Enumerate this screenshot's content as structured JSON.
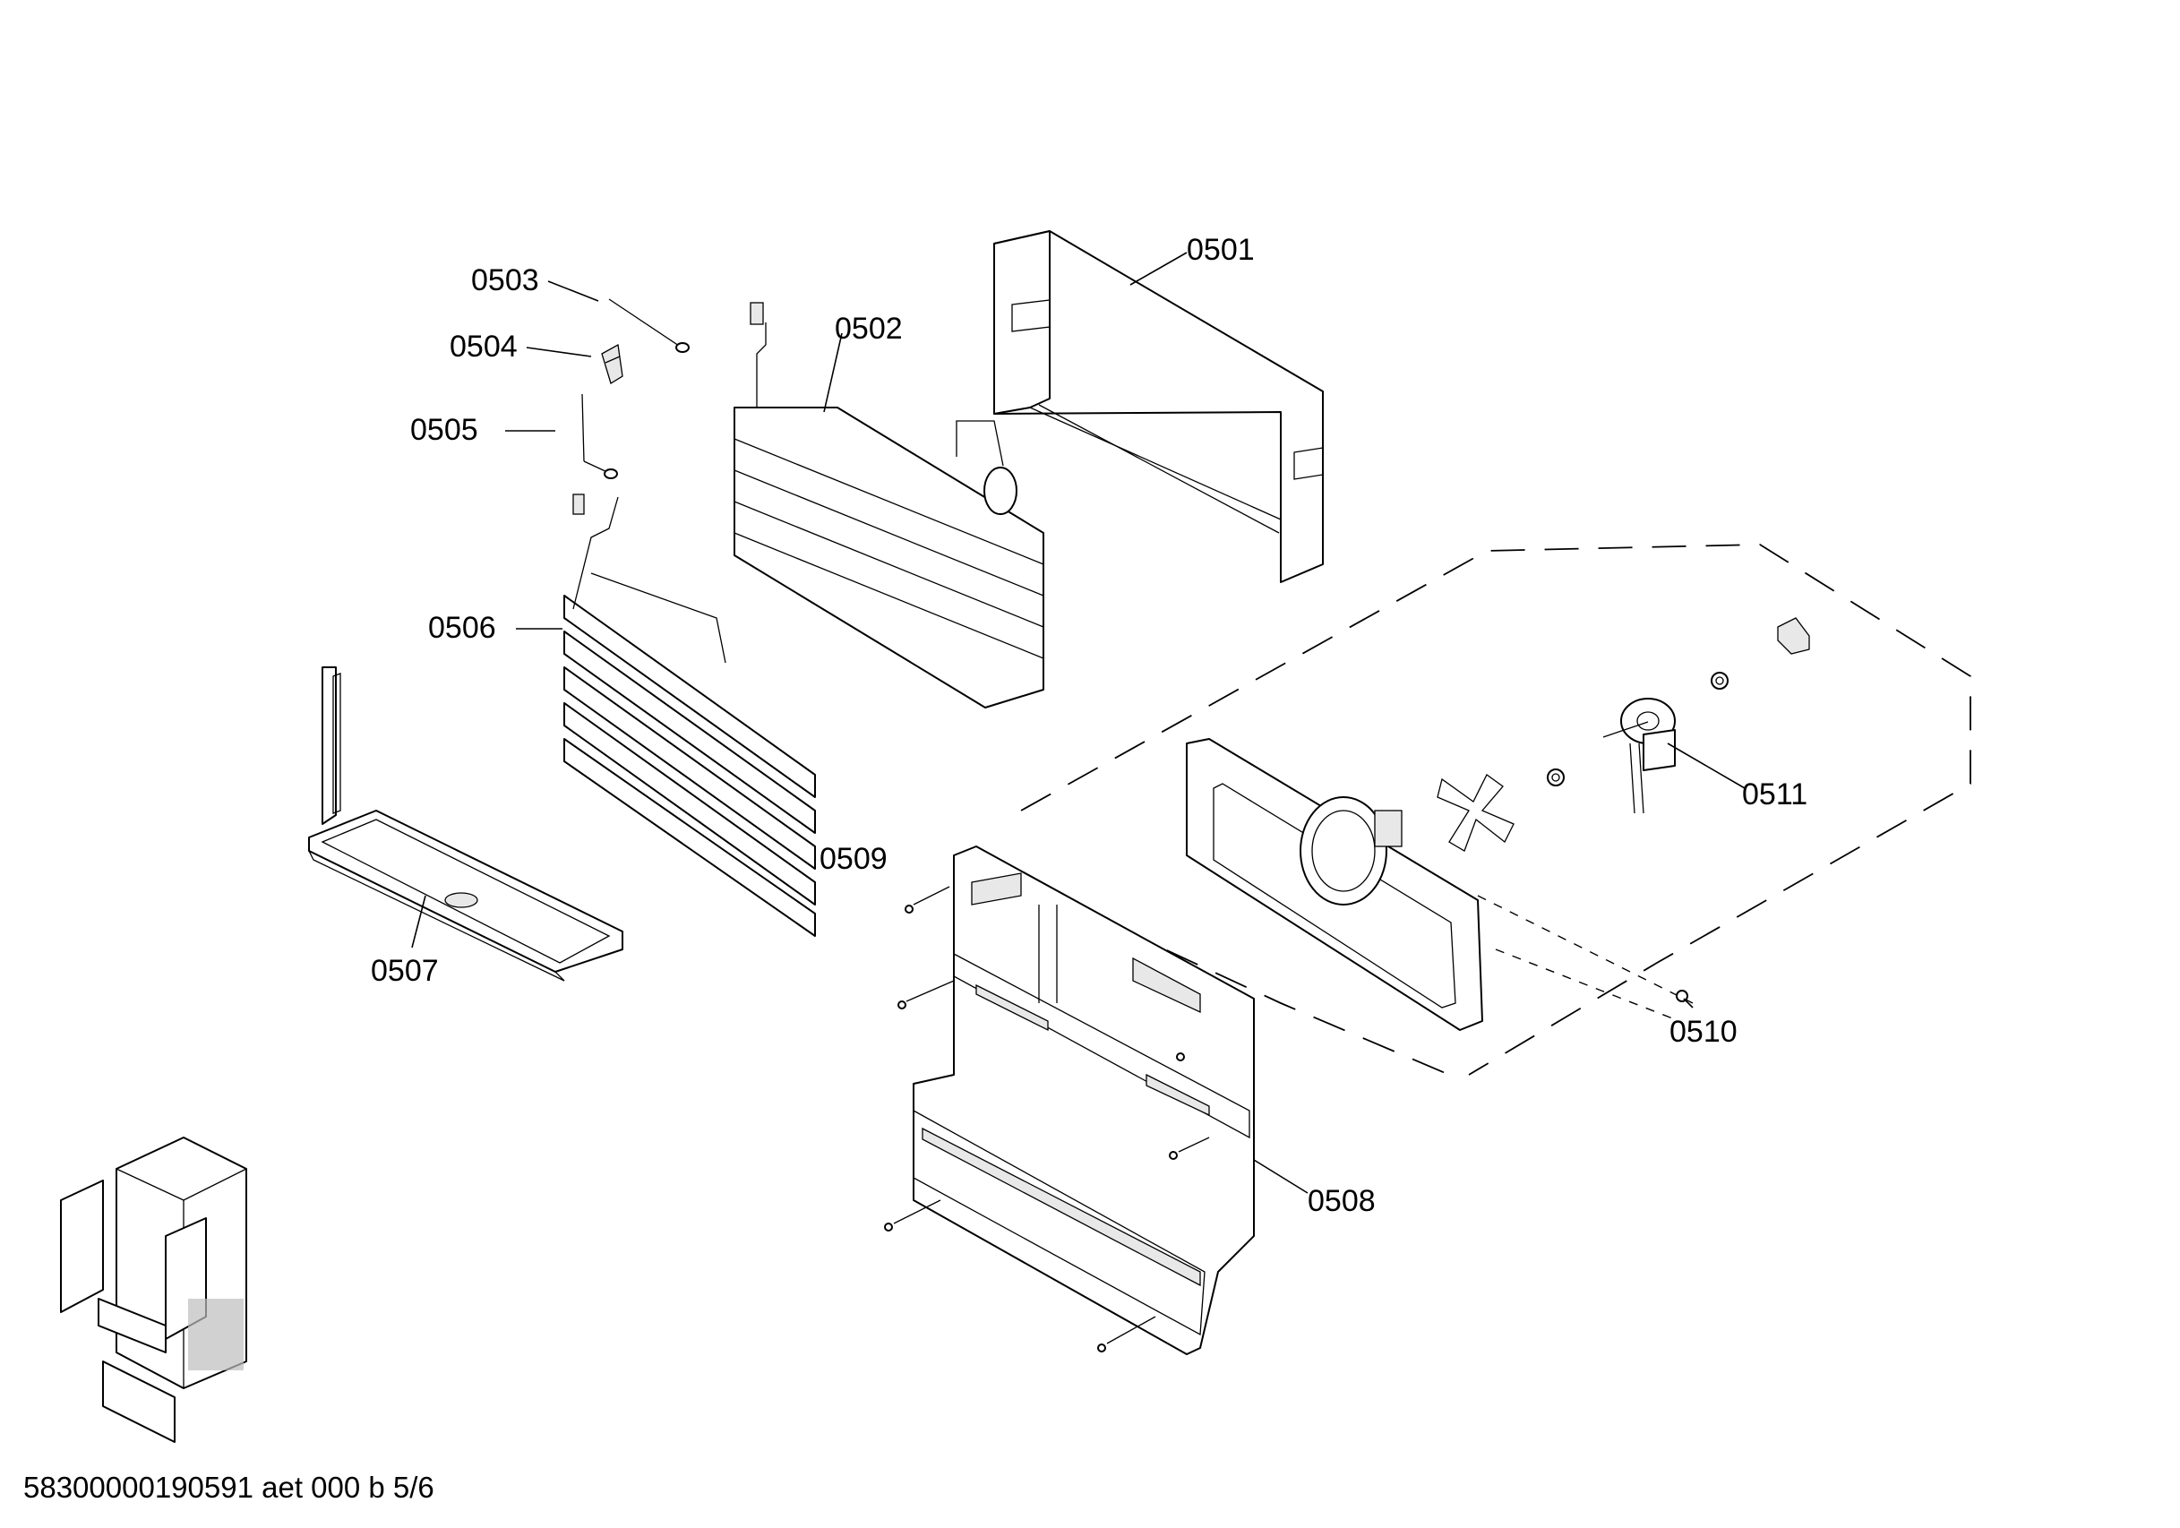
{
  "callouts": [
    {
      "id": "0501",
      "label": "0501"
    },
    {
      "id": "0502",
      "label": "0502"
    },
    {
      "id": "0503",
      "label": "0503"
    },
    {
      "id": "0504",
      "label": "0504"
    },
    {
      "id": "0505",
      "label": "0505"
    },
    {
      "id": "0506",
      "label": "0506"
    },
    {
      "id": "0507",
      "label": "0507"
    },
    {
      "id": "0508",
      "label": "0508"
    },
    {
      "id": "0509",
      "label": "0509"
    },
    {
      "id": "0510",
      "label": "0510"
    },
    {
      "id": "0511",
      "label": "0511"
    }
  ],
  "footer": {
    "document_code": "58300000190591 aet 000 b 5/6"
  }
}
